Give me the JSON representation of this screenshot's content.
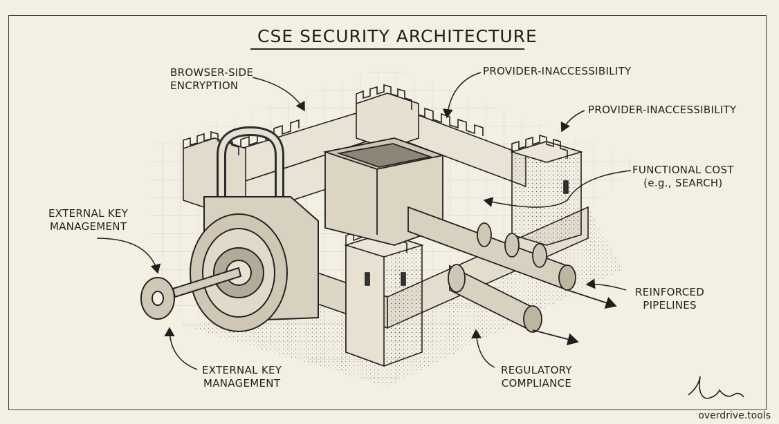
{
  "title": "CSE SECURITY ARCHITECTURE",
  "labels": {
    "browser_side_encryption": [
      "BROWSER-SIDE",
      "ENCRYPTION"
    ],
    "provider_inaccessibility_top": "PROVIDER-INACCESSIBILITY",
    "provider_inaccessibility_right": "PROVIDER-INACCESSIBILITY",
    "functional_cost": [
      "FUNCTIONAL COST",
      "(e.g., SEARCH)"
    ],
    "external_key_management_left": [
      "EXTERNAL KEY",
      "MANAGEMENT"
    ],
    "external_key_management_bottom": [
      "EXTERNAL KEY",
      "MANAGEMENT"
    ],
    "reinforced_pipelines": [
      "REINFORCED",
      "PIPELINES"
    ],
    "regulatory_compliance": [
      "REGULATORY",
      "COMPLIANCE"
    ]
  },
  "credit": "overdrive.tools"
}
